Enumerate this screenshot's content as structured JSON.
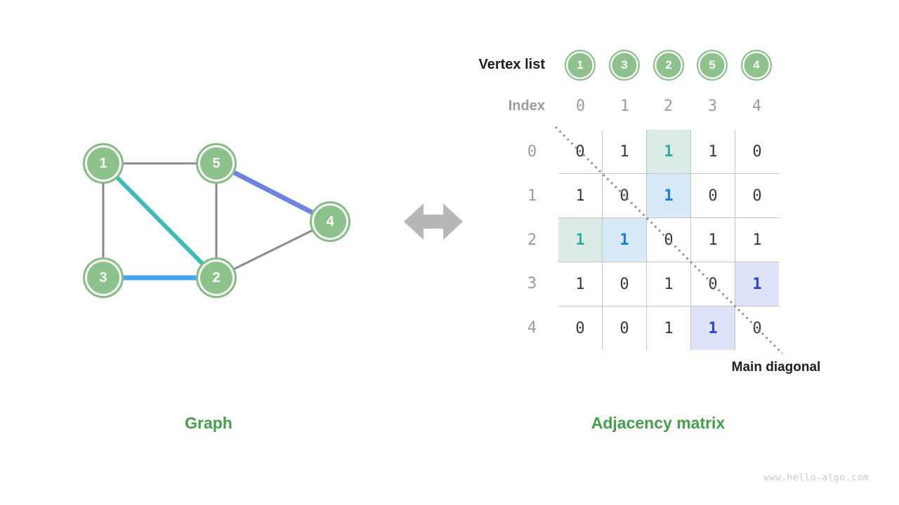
{
  "graph": {
    "caption": "Graph",
    "nodes": [
      {
        "label": "1"
      },
      {
        "label": "5"
      },
      {
        "label": "4"
      },
      {
        "label": "3"
      },
      {
        "label": "2"
      }
    ],
    "edges": [
      {
        "from": "1",
        "to": "5",
        "color": "gray"
      },
      {
        "from": "1",
        "to": "3",
        "color": "gray"
      },
      {
        "from": "5",
        "to": "2",
        "color": "gray"
      },
      {
        "from": "2",
        "to": "4",
        "color": "gray"
      },
      {
        "from": "1",
        "to": "2",
        "color": "teal"
      },
      {
        "from": "3",
        "to": "2",
        "color": "lightblue"
      },
      {
        "from": "5",
        "to": "4",
        "color": "indigo"
      }
    ]
  },
  "matrix": {
    "caption": "Adjacency matrix",
    "vertex_list_label": "Vertex list",
    "index_label": "Index",
    "vertices": [
      "1",
      "3",
      "2",
      "5",
      "4"
    ],
    "indices": [
      "0",
      "1",
      "2",
      "3",
      "4"
    ],
    "row_labels": [
      "0",
      "1",
      "2",
      "3",
      "4"
    ],
    "rows": [
      [
        "0",
        "1",
        "1",
        "1",
        "0"
      ],
      [
        "1",
        "0",
        "1",
        "0",
        "0"
      ],
      [
        "1",
        "1",
        "0",
        "1",
        "1"
      ],
      [
        "1",
        "0",
        "1",
        "0",
        "1"
      ],
      [
        "0",
        "0",
        "1",
        "1",
        "0"
      ]
    ],
    "highlighted_cells": [
      {
        "row": 0,
        "col": 2,
        "style": "teal"
      },
      {
        "row": 1,
        "col": 2,
        "style": "blue"
      },
      {
        "row": 2,
        "col": 0,
        "style": "teal"
      },
      {
        "row": 2,
        "col": 1,
        "style": "blue"
      },
      {
        "row": 3,
        "col": 4,
        "style": "indigo"
      },
      {
        "row": 4,
        "col": 3,
        "style": "indigo"
      }
    ],
    "main_diagonal_label": "Main diagonal"
  },
  "watermark": "www.hello-algo.com",
  "colors": {
    "node_green": "#8dc28d",
    "edge_gray": "#8b8b8b",
    "edge_teal": "#3dbcb1",
    "edge_lightblue": "#42a6ee",
    "edge_indigo": "#6f82e4",
    "highlight_teal_bg": "#dcebe5",
    "highlight_teal_text": "#2fb2a6",
    "highlight_blue_bg": "#d8eaf8",
    "highlight_blue_text": "#1a80d4",
    "highlight_indigo_bg": "#dfe3f7",
    "highlight_indigo_text": "#2b46d3",
    "caption_green": "#449e4b"
  }
}
